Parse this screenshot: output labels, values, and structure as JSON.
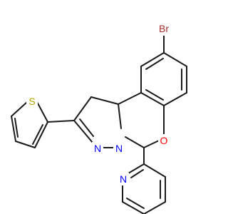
{
  "atoms": {
    "bromine": {
      "label": "Br",
      "color": "#a52a2a"
    },
    "oxygen": {
      "label": "O",
      "color": "#ff0000"
    },
    "sulfur": {
      "label": "S",
      "color": "#b8a000"
    },
    "pyrazoline_n_double": {
      "label": "N",
      "color": "#0000ff"
    },
    "pyrazoline_n_single": {
      "label": "N",
      "color": "#0000ff"
    },
    "pyridine_n": {
      "label": "N",
      "color": "#0000ff"
    }
  },
  "bond_color": "#1a1a1a"
}
